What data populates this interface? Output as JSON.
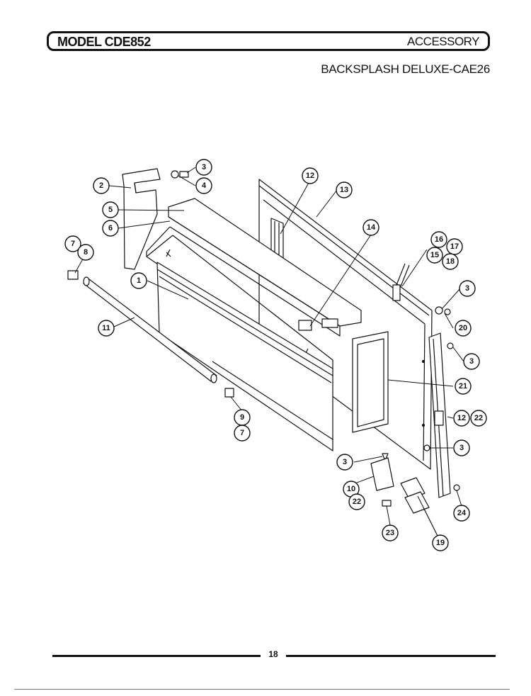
{
  "header": {
    "model": "MODEL CDE852",
    "section": "ACCESSORY",
    "subtitle": "BACKSPLASH DELUXE-CAE26"
  },
  "diagram": {
    "callouts": [
      "1",
      "2",
      "3",
      "4",
      "5",
      "6",
      "7",
      "8",
      "9",
      "7",
      "10",
      "11",
      "12",
      "13",
      "14",
      "15",
      "16",
      "17",
      "18",
      "3",
      "20",
      "3",
      "21",
      "12",
      "22",
      "3",
      "3",
      "22",
      "23",
      "19",
      "24"
    ]
  },
  "footer": {
    "page_number": "18"
  }
}
